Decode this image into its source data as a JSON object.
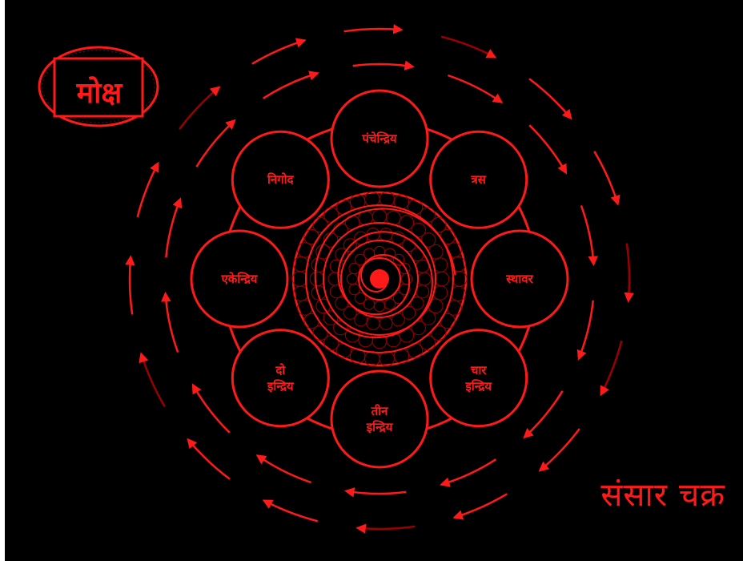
{
  "title": "संसार चक्र",
  "moksha": "मोक्ष",
  "colors": {
    "primary": "#ff1a1a",
    "background": "#000000",
    "dim": "#9a0000"
  },
  "nodes": [
    {
      "id": "panchendriya",
      "lines": [
        "पंचेन्द्रिय"
      ]
    },
    {
      "id": "tras",
      "lines": [
        "त्रस"
      ]
    },
    {
      "id": "sthavar",
      "lines": [
        "स्थावर"
      ]
    },
    {
      "id": "char-indriya",
      "lines": [
        "चार",
        "इन्द्रिय"
      ]
    },
    {
      "id": "teen-indriya",
      "lines": [
        "तीन",
        "इन्द्रिय"
      ]
    },
    {
      "id": "do-indriya",
      "lines": [
        "दो",
        "इन्द्रिय"
      ]
    },
    {
      "id": "ekendriya",
      "lines": [
        "एकेन्द्रिय"
      ]
    },
    {
      "id": "nigod",
      "lines": [
        "निगोद"
      ]
    }
  ]
}
